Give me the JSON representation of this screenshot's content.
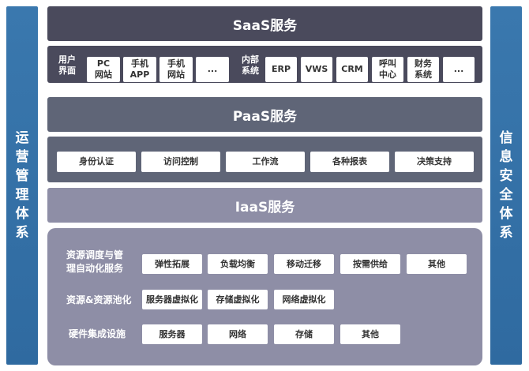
{
  "left_sidebar": {
    "label": "运营管理体系"
  },
  "right_sidebar": {
    "label": "信息安全体系"
  },
  "saas": {
    "title": "SaaS服务",
    "user_group_label": "用户\n界面",
    "user_items": [
      "PC\n网站",
      "手机\nAPP",
      "手机\n网站",
      "..."
    ],
    "internal_group_label": "内部\n系统",
    "internal_items": [
      "ERP",
      "VWS",
      "CRM",
      "呼叫\n中心",
      "财务\n系统",
      "..."
    ]
  },
  "paas": {
    "title": "PaaS服务",
    "items": [
      "身份认证",
      "访问控制",
      "工作流",
      "各种报表",
      "决策支持"
    ]
  },
  "iaas": {
    "title": "IaaS服务",
    "rows": [
      {
        "label": "资源调度与管\n理自动化服务",
        "items": [
          "弹性拓展",
          "负载均衡",
          "移动迁移",
          "按需供给",
          "其他"
        ]
      },
      {
        "label": "资源&资源池化",
        "items": [
          "服务器虚拟化",
          "存储虚拟化",
          "网络虚拟化"
        ]
      },
      {
        "label": "硬件集成设施",
        "items": [
          "服务器",
          "网络",
          "存储",
          "其他"
        ]
      }
    ]
  }
}
